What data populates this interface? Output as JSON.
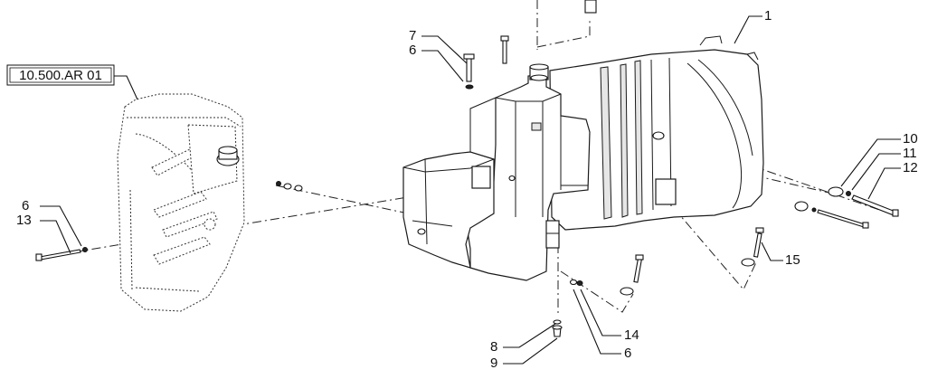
{
  "reference_box": {
    "label": "10.500.AR 01"
  },
  "callouts": [
    {
      "id": "c1",
      "label": "1"
    },
    {
      "id": "c7",
      "label": "7"
    },
    {
      "id": "c6a",
      "label": "6"
    },
    {
      "id": "c10",
      "label": "10"
    },
    {
      "id": "c11",
      "label": "11"
    },
    {
      "id": "c12",
      "label": "12"
    },
    {
      "id": "c6b",
      "label": "6"
    },
    {
      "id": "c13",
      "label": "13"
    },
    {
      "id": "c15",
      "label": "15"
    },
    {
      "id": "c14",
      "label": "14"
    },
    {
      "id": "c6c",
      "label": "6"
    },
    {
      "id": "c8",
      "label": "8"
    },
    {
      "id": "c9",
      "label": "9"
    }
  ]
}
